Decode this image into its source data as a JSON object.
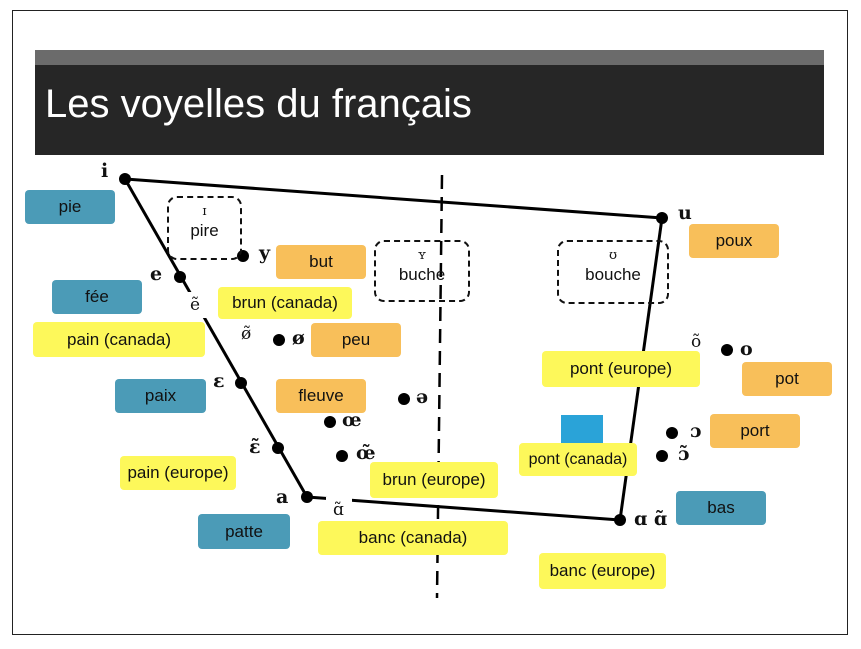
{
  "title": "Les voyelles du français",
  "colors": {
    "blue": "#4b9bb7",
    "orange": "#f8bf5a",
    "yellow": "#fdf85a",
    "titlebar": "#262626"
  },
  "vowels": {
    "i": "i",
    "e": "e",
    "epsilon": "ɛ",
    "a": "a",
    "y": "y",
    "oslash": "ø",
    "oe": "œ",
    "schwa": "ə",
    "u": "u",
    "o": "o",
    "open_o": "ɔ",
    "alpha": "ɑ ɑ̃",
    "e_nasal": "ẽ",
    "oslash_nasal": "ø̃",
    "epsilon_nasal": "ɛ̃",
    "oe_nasal": "œ̃",
    "o_nasal": "õ",
    "open_o_nasal": "ɔ̃",
    "a_nasal": "ɑ̃"
  },
  "boxes": {
    "pire": {
      "symbol": "ɪ",
      "word": "pire"
    },
    "buche": {
      "symbol": "ʏ",
      "word": "buche"
    },
    "bouche": {
      "symbol": "ʊ",
      "word": "bouche"
    }
  },
  "words": {
    "pie": "pie",
    "fee": "fée",
    "pain_canada": "pain (canada)",
    "paix": "paix",
    "pain_europe": "pain (europe)",
    "patte": "patte",
    "but": "but",
    "brun_canada": "brun (canada)",
    "peu": "peu",
    "fleuve": "fleuve",
    "brun_europe": "brun (europe)",
    "banc_canada": "banc (canada)",
    "poux": "poux",
    "pont_europe": "pont (europe)",
    "pot": "pot",
    "port": "port",
    "pont_canada": "pont (canada)",
    "bas": "bas",
    "banc_europe": "banc (europe)"
  }
}
